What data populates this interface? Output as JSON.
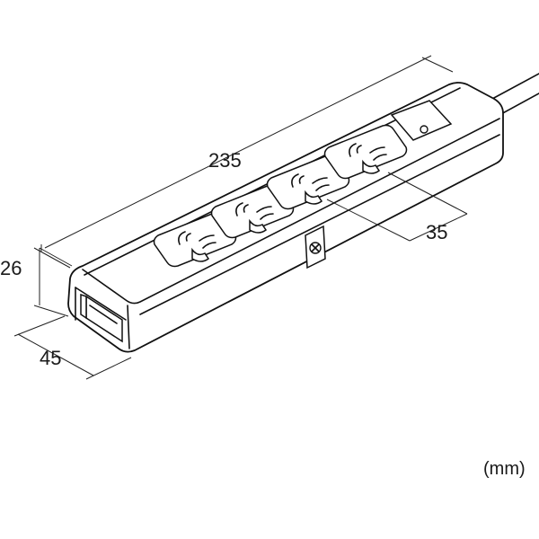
{
  "dimensions": {
    "length": "235",
    "height": "26",
    "width": "45",
    "outlet_pitch": "35"
  },
  "unit": "(mm)",
  "components": {
    "outlets": 4,
    "switch": "rocker-switch",
    "pilot_lamp": "indicator-light",
    "mounting": "screw-mount-bracket",
    "cord": "power-cord"
  }
}
